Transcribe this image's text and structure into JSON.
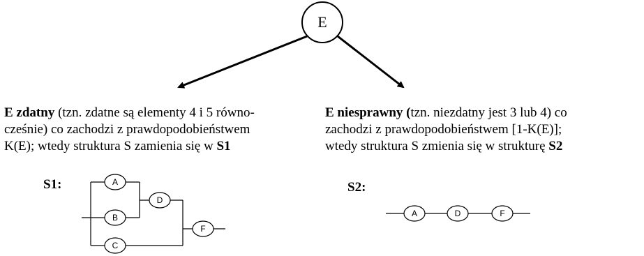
{
  "root_node": {
    "label": "E"
  },
  "left": {
    "bold_text": "E zdatny",
    "line1_rest": " (tzn. zdatne są elementy 4 i 5 równo-",
    "line2": "cześnie) co zachodzi z prawdopodobieństwem",
    "line3_prefix": "K(E); wtedy struktura S zamienia się w ",
    "line3_bold": "S1"
  },
  "right": {
    "bold_text": "E niesprawny (",
    "line1_rest": "tzn. niezdatny jest 3 lub 4) co",
    "line2": "zachodzi z prawdopodobieństwem [1-K(E)];",
    "line3_prefix": "wtedy struktura S zmienia się w strukturę ",
    "line3_bold": "S2"
  },
  "s1": {
    "label": "S1:",
    "nodes": {
      "a": "A",
      "b": "B",
      "c": "C",
      "d": "D",
      "f": "F"
    }
  },
  "s2": {
    "label": "S2:",
    "nodes": {
      "a": "A",
      "d": "D",
      "f": "F"
    }
  }
}
